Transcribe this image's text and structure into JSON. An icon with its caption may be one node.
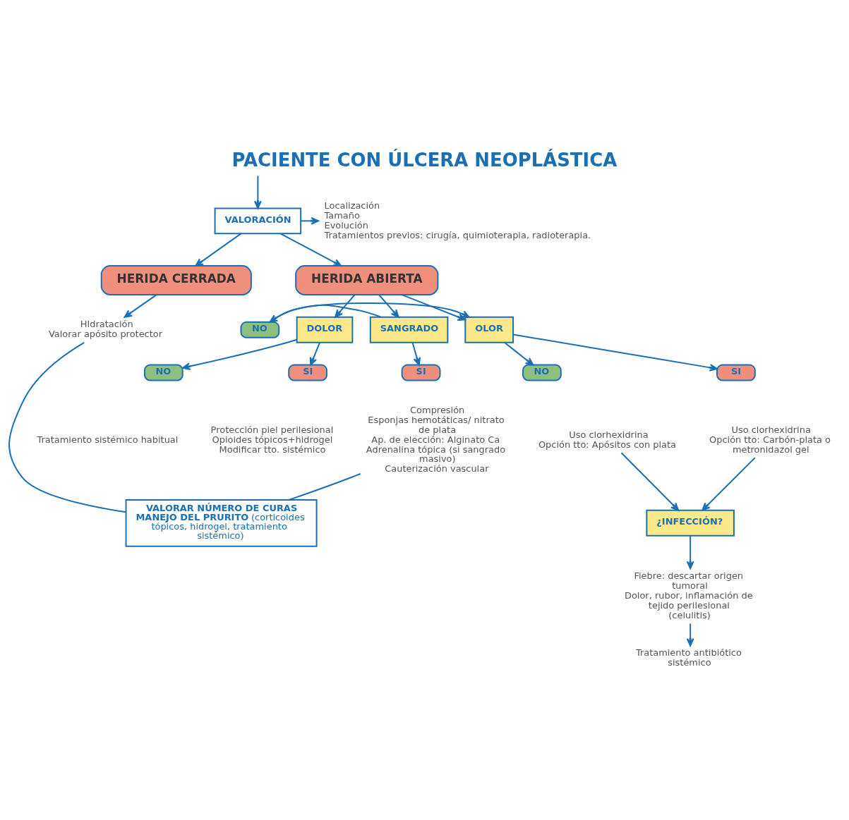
{
  "diagram": {
    "title": "PACIENTE CON ÚLCERA NEOPLÁSTICA",
    "nodes": [
      {
        "text": [
          "VALORACIÓN"
        ]
      },
      {
        "text": [
          "Localización",
          "Tamaño",
          "Evolución",
          "Tratamientos previos: cirugía, quimioterapia, radioterapia."
        ]
      },
      {
        "text": [
          "HERIDA CERRADA"
        ]
      },
      {
        "text": [
          "HERIDA ABIERTA"
        ]
      },
      {
        "text": [
          "HIdratación",
          "Valorar apósito protector"
        ]
      },
      {
        "text": [
          "DOLOR"
        ]
      },
      {
        "text": [
          "OLOR"
        ]
      },
      {
        "text": [
          "NO"
        ]
      },
      {
        "text": [
          "SANGRADO"
        ]
      },
      {
        "text": [
          "NO"
        ]
      },
      {
        "text": [
          "SI"
        ]
      },
      {
        "text": [
          "NO"
        ]
      },
      {
        "text": [
          "SI"
        ]
      },
      {
        "text": [
          "SI"
        ]
      },
      {
        "text": [
          "Tratamiento sistémico habitual"
        ]
      },
      {
        "text": [
          "Protección piel perilesional",
          "Opioides tópicos+hidrogel",
          "Modificar tto. sistémico"
        ]
      },
      {
        "text": [
          "Uso clorhexidrina",
          "Opción tto: Apósitos con plata"
        ]
      },
      {
        "text": [
          "Uso clorhexidrina",
          "Opción tto: Carbón-plata o metronidazol gel"
        ]
      },
      {
        "text": [
          "Compresión",
          "Esponjas hemotáticas/ nitrato de plata",
          "Ap. de elección: Alginato Ca",
          "Adrenalina tópica (si sangrado masivo)",
          "Cauterización vascular"
        ]
      },
      {
        "text": [
          "¿INFECCIÓN?"
        ]
      },
      {
        "text": [
          "Fiebre: descartar origen tumoral",
          "Dolor, rubor, inflamación de tejido perilesional (celulitis)"
        ]
      },
      {
        "text": [
          "Tratamiento antibiótico sistémico"
        ]
      },
      {
        "text": [
          "VALORAR NÚMERO DE CURAS",
          "**MANEJO DEL PRURITO** (corticoides tópicos, hidrogel, tratamiento sistémico)"
        ]
      }
    ],
    "edges": [
      {
        "from": null,
        "to": 0,
        "arrow": "to"
      },
      {
        "from": 0,
        "to": 1,
        "arrow": "to"
      },
      {
        "from": 0,
        "to": 2,
        "arrow": "to"
      },
      {
        "from": 0,
        "to": 3,
        "arrow": "to"
      },
      {
        "from": 2,
        "to": 4,
        "arrow": "to"
      },
      {
        "from": 3,
        "to": 5,
        "arrow": "to"
      },
      {
        "from": 3,
        "to": 6,
        "arrow": "to"
      },
      {
        "from": 3,
        "to": 8,
        "arrow": "to"
      },
      {
        "from": 8,
        "to": 7,
        "arrow": "to"
      },
      {
        "from": 7,
        "to": 6,
        "arrow": "to"
      },
      {
        "from": 5,
        "to": 9,
        "arrow": "to"
      },
      {
        "from": 5,
        "to": 10,
        "arrow": "to"
      },
      {
        "from": 6,
        "to": 11,
        "arrow": "to"
      },
      {
        "from": 6,
        "to": 12,
        "arrow": "to"
      },
      {
        "from": 8,
        "to": 13,
        "arrow": "to"
      },
      {
        "from": 16,
        "to": 19,
        "arrow": "to"
      },
      {
        "from": 17,
        "to": 19,
        "arrow": "to"
      },
      {
        "from": 19,
        "to": 20,
        "arrow": "to"
      },
      {
        "from": 20,
        "to": 21,
        "arrow": "to"
      },
      {
        "from": 4,
        "to": 22,
        "arrow": "none"
      },
      {
        "from": 18,
        "to": 22,
        "arrow": "none"
      }
    ]
  }
}
